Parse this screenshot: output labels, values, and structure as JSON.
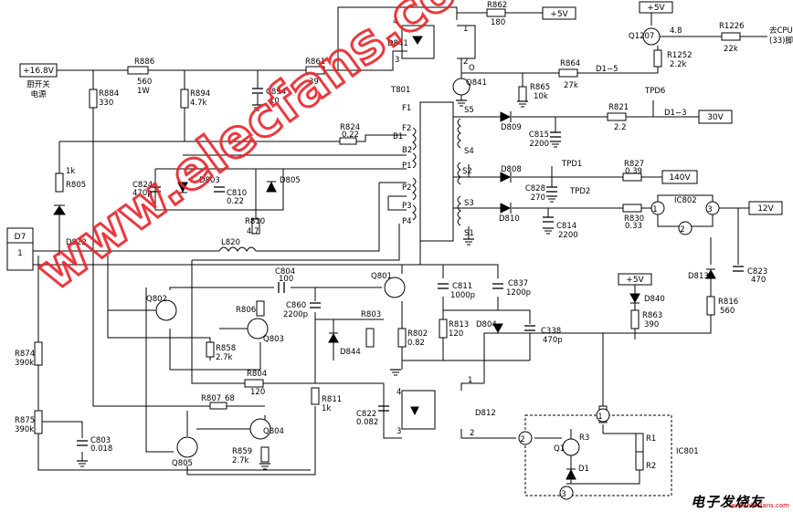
{
  "watermark": "www.elecfans.com",
  "logo": {
    "text": "电子发烧友",
    "url": "www.elecfans.com"
  },
  "power": {
    "v168": "+16.8V",
    "v168_note1": "厨开关",
    "v168_note2": "电源",
    "p5v_top": "+5V",
    "p5v_right": "+5V",
    "p5v_mid": "+5V",
    "out_30v": "30V",
    "out_140v": "140V",
    "out_12v": "12V",
    "to_cpu1": "去CPU",
    "to_cpu2": "(33)脚",
    "d7": "D7",
    "d7_pin": "1"
  },
  "resistors": [
    {
      "id": "R886",
      "val": "560",
      "val2": "1W"
    },
    {
      "id": "R861",
      "val": "39"
    },
    {
      "id": "R862",
      "val": "180"
    },
    {
      "id": "R864",
      "val": "27k"
    },
    {
      "id": "R865",
      "val": "10k"
    },
    {
      "id": "R1226",
      "val": "22k"
    },
    {
      "id": "R1252",
      "val": "2.2k"
    },
    {
      "id": "R884",
      "val": "330"
    },
    {
      "id": "R894",
      "val": "4.7k"
    },
    {
      "id": "R824",
      "val": "0.22"
    },
    {
      "id": "R821",
      "val": "2.2"
    },
    {
      "id": "R827",
      "val": "0.39"
    },
    {
      "id": "R830",
      "val": "0.33"
    },
    {
      "id": "R805",
      "val": "1k"
    },
    {
      "id": "R810",
      "val": "4.7"
    },
    {
      "id": "R806",
      "val": ""
    },
    {
      "id": "R858",
      "val": "2.7k"
    },
    {
      "id": "R803",
      "val": ""
    },
    {
      "id": "R802",
      "val": "0.82"
    },
    {
      "id": "R813",
      "val": "120"
    },
    {
      "id": "R804",
      "val": "120"
    },
    {
      "id": "R807",
      "val": "68"
    },
    {
      "id": "R859",
      "val": "2.7k"
    },
    {
      "id": "R811",
      "val": "1k"
    },
    {
      "id": "R874",
      "val": "390k"
    },
    {
      "id": "R875",
      "val": "390k"
    },
    {
      "id": "R863",
      "val": "390"
    },
    {
      "id": "R816",
      "val": "560"
    }
  ],
  "capacitors": [
    {
      "id": "C894",
      "val": "10"
    },
    {
      "id": "C815",
      "val": "2200"
    },
    {
      "id": "C828",
      "val": "270"
    },
    {
      "id": "C814",
      "val": "2200"
    },
    {
      "id": "C824",
      "val": "470p"
    },
    {
      "id": "C810",
      "val": "0.22"
    },
    {
      "id": "C804",
      "val": "100"
    },
    {
      "id": "C860",
      "val": "2200p"
    },
    {
      "id": "C811",
      "val": "1000p"
    },
    {
      "id": "C837",
      "val": "1200p"
    },
    {
      "id": "C338",
      "val": "470p"
    },
    {
      "id": "C822",
      "val": "0.082"
    },
    {
      "id": "C803",
      "val": "0.018"
    },
    {
      "id": "C823",
      "val": "470"
    }
  ],
  "diodes": [
    "D841",
    "D809",
    "D808",
    "D810",
    "D803",
    "D805",
    "D822",
    "D844",
    "D804",
    "D840",
    "D813",
    "D812",
    "D1"
  ],
  "transistors": [
    "Q841",
    "Q1207",
    "Q801",
    "Q802",
    "Q803",
    "Q804",
    "Q805",
    "Q1"
  ],
  "other": {
    "transformer": "T801",
    "inductor": "L820",
    "ic802": "IC802",
    "ic801": "IC801",
    "r1": "R1",
    "r2": "R2",
    "r3": "R3",
    "tpd6": "TPD6",
    "tpd1": "TPD1",
    "tpd2": "TPD2",
    "d1_5": "D1−5",
    "d1_3": "D1−3",
    "v48": "4.8",
    "o_label": "O"
  },
  "windings": [
    "F1",
    "F2",
    "B1",
    "B2",
    "P1",
    "P2",
    "P3",
    "P4",
    "S5",
    "S4",
    "S2",
    "S3",
    "S1"
  ],
  "pins": [
    "1",
    "2",
    "3",
    "4"
  ]
}
